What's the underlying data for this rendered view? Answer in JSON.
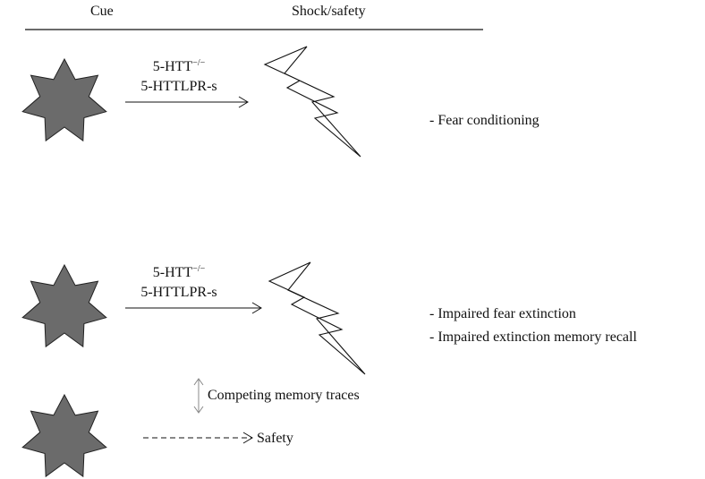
{
  "header": {
    "cue_label": "Cue",
    "shock_label": "Shock/safety"
  },
  "panel_top": {
    "genotype_line1_base": "5-HTT",
    "genotype_line1_sup": "−/−",
    "genotype_line2": "5-HTTLPR-s",
    "outcome": "- Fear conditioning"
  },
  "panel_bottom": {
    "genotype_line1_base": "5-HTT",
    "genotype_line1_sup": "−/−",
    "genotype_line2": "5-HTTLPR-s",
    "outcomes": [
      "- Impaired fear extinction",
      "- Impaired extinction memory recall"
    ],
    "competing_label": "Competing memory traces",
    "safety_label": "Safety"
  },
  "colors": {
    "star_fill": "#6b6b6b",
    "star_stroke": "#222222",
    "line": "#111111",
    "double_arrow": "#888888"
  },
  "icons": {
    "cue": "seven-point-star-icon",
    "shock": "lightning-bolt-icon"
  }
}
